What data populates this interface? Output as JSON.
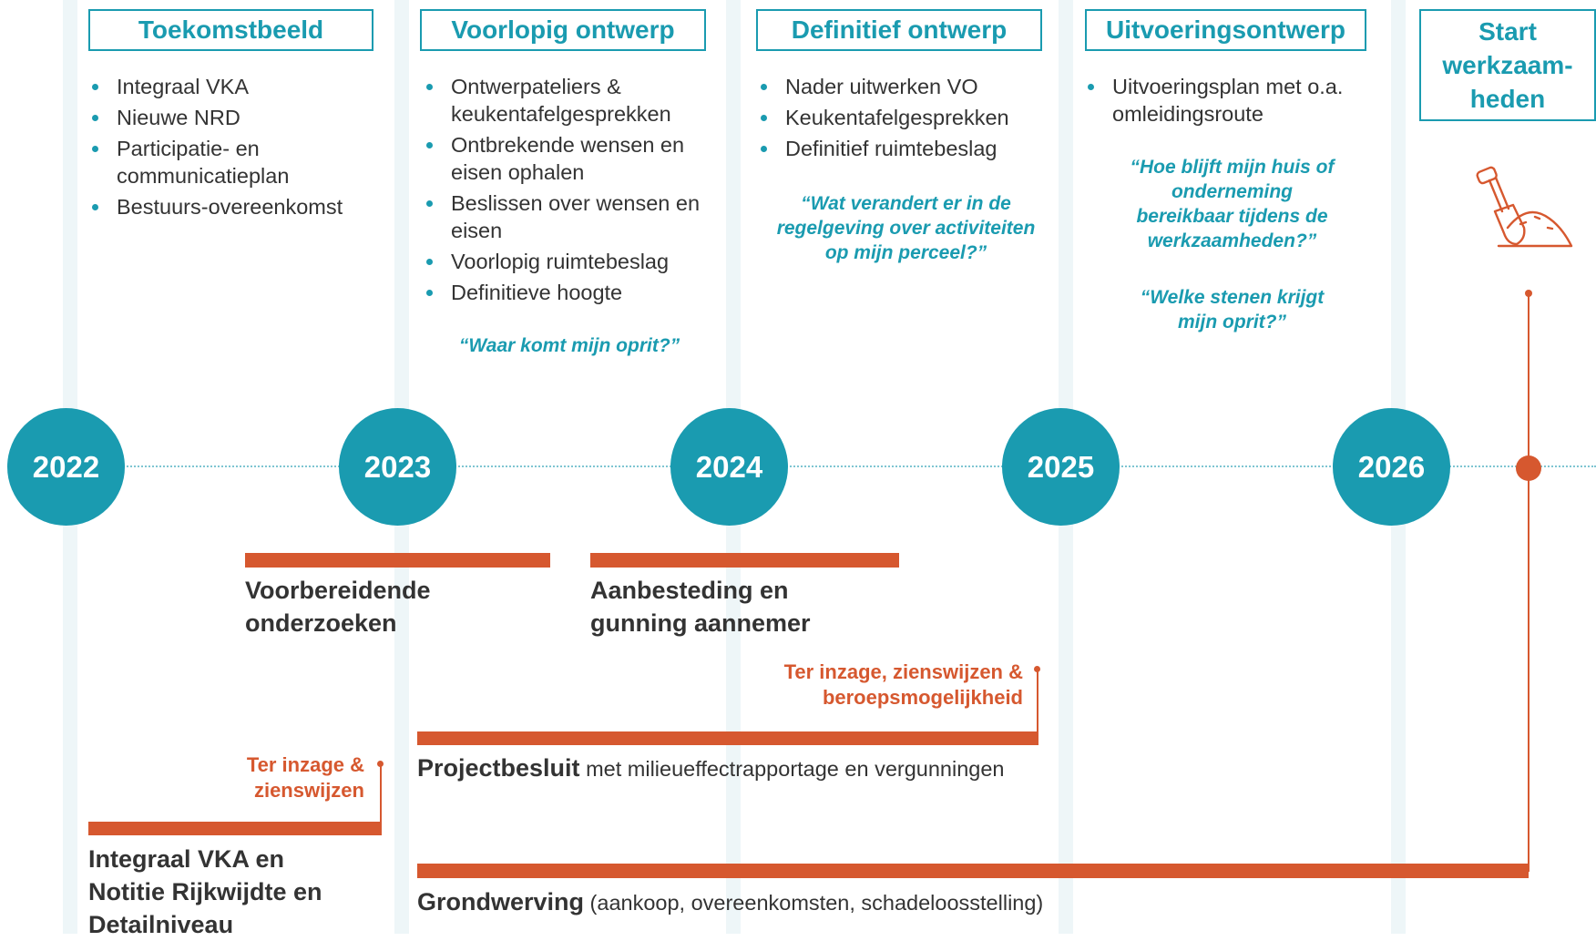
{
  "colors": {
    "teal": "#1a9bb0",
    "orange": "#d6582f",
    "text": "#333333"
  },
  "phases": [
    {
      "title": "Toekomstbeeld",
      "items": [
        "Integraal VKA",
        "Nieuwe NRD",
        "Participatie- en communicatieplan",
        "Bestuurs-overeenkomst"
      ]
    },
    {
      "title": "Voorlopig ontwerp",
      "items": [
        "Ontwerpateliers & keukentafelgesprekken",
        "Ontbrekende wensen en eisen ophalen",
        "Beslissen over wensen en eisen",
        "Voorlopig ruimtebeslag",
        "Definitieve hoogte"
      ],
      "quote": "“Waar komt mijn oprit?”"
    },
    {
      "title": "Definitief ontwerp",
      "items": [
        "Nader uitwerken VO",
        "Keukentafelgesprekken",
        "Definitief ruimtebeslag"
      ],
      "quote": "“Wat verandert er in de regelgeving over activiteiten op mijn perceel?”"
    },
    {
      "title": "Uitvoeringsontwerp",
      "items": [
        "Uitvoeringsplan met o.a. omleidingsroute"
      ],
      "quotes": [
        "“Hoe blijft mijn huis of onderneming bereikbaar tijdens de werkzaamheden?”",
        "“Welke stenen krijgt mijn oprit?”"
      ]
    },
    {
      "title": "Start werkzaam-heden",
      "icon": "shovel-icon"
    }
  ],
  "years": [
    "2022",
    "2023",
    "2024",
    "2025",
    "2026"
  ],
  "activities": {
    "voorbereidende": "Voorbereidende onderzoeken",
    "aanbesteding": "Aanbesteding en gunning aannemer",
    "inzage_2024": "Ter inzage, zienswijzen & beroepsmogelijkheid",
    "projectbesluit_bold": "Projectbesluit",
    "projectbesluit_rest": " met milieueffectrapportage en vergunningen",
    "inzage_2022": "Ter inzage & zienswijzen",
    "vka_notitie": "Integraal VKA en Notitie Rijkwijdte en Detailniveau",
    "grondwerving_bold": "Grondwerving",
    "grondwerving_rest": " (aankoop, overeenkomsten, schadeloosstelling)"
  }
}
